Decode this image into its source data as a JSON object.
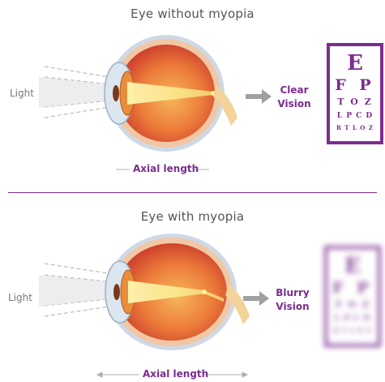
{
  "top": {
    "title": "Eye without myopia",
    "light_label": "Light",
    "result_line1": "Clear",
    "result_line2": "Vision",
    "axial_label": "Axial length",
    "chart_rows": [
      "E",
      "F P",
      "T O Z",
      "L P C D",
      "R T L O Z"
    ]
  },
  "bottom": {
    "title": "Eye with myopia",
    "light_label": "Light",
    "result_line1": "Blurry",
    "result_line2": "Vision",
    "axial_label": "Axial length",
    "chart_rows": [
      "E",
      "F P",
      "T O Z",
      "L P C D",
      "R T L O Z"
    ]
  },
  "colors": {
    "accent": "#7b2d8e",
    "eye_outer": "#f0c8a0",
    "eye_inner": "#e2562e",
    "light_beam": "#f7e27a",
    "arrow": "#a0a0a0"
  }
}
